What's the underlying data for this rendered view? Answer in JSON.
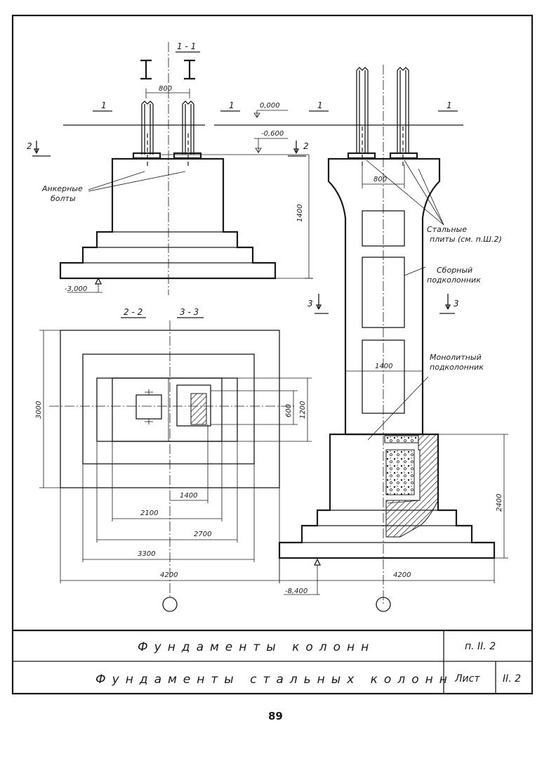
{
  "drawing": {
    "section_1_1": "1 - 1",
    "section_2_2": "2 - 2",
    "section_3_3": "3 - 3",
    "cut_mark_1": "1",
    "cut_mark_2": "2",
    "cut_mark_3": "3",
    "level_top": "0,000",
    "level_plate": "-0,600",
    "level_left_base": "-3,000",
    "level_right_base": "-8,400",
    "label_anchor_bolts": [
      "Анкерные",
      "болты"
    ],
    "label_steel_plates": [
      "Стальные",
      "плиты (см. п.Ш.2)"
    ],
    "label_precast": [
      "Сборный",
      "подколонник"
    ],
    "label_monolithic": [
      "Монолитный",
      "подколонник"
    ],
    "dims": {
      "d800_left": "800",
      "d800_right": "800",
      "d1400_left": "1400",
      "d1400_plan": "1400",
      "d1400_right": "1400",
      "d3000": "3000",
      "d600": "600",
      "d1200": "1200",
      "d2100": "2100",
      "d2700": "2700",
      "d3300": "3300",
      "d4200_plan": "4200",
      "d4200_right": "4200",
      "d2400": "2400"
    }
  },
  "title_block": {
    "row1_title": "Фундаменты колонн",
    "row1_code": "п. II. 2",
    "row2_title": "Фундаменты стальных колонн",
    "row2_sheet_label": "Лист",
    "row2_sheet_no": "II. 2"
  },
  "page_number": "89"
}
